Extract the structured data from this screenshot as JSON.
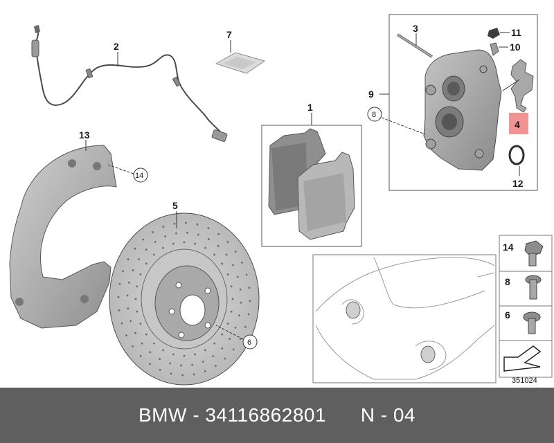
{
  "callouts": {
    "c1": "1",
    "c2": "2",
    "c3": "3",
    "c4": "4",
    "c5": "5",
    "c6": "6",
    "c7": "7",
    "c8": "8",
    "c9": "9",
    "c10": "10",
    "c11": "11",
    "c12": "12",
    "c13": "13",
    "c14": "14"
  },
  "legend": {
    "l14": "14",
    "l8": "8",
    "l6": "6"
  },
  "diagram_number": "351024",
  "highlight_color": "#f08080",
  "footer": {
    "brand": "BMW",
    "sep": " - ",
    "part_number": "34116862801",
    "position": "N - 04"
  }
}
